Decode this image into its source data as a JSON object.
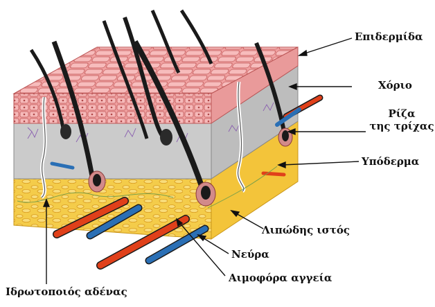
{
  "labels": {
    "epidermis": "Επιδερμίδα",
    "dermis": "Χόριο",
    "hair_root_line1": "Ρίζα",
    "hair_root_line2": "της τρίχας",
    "hypodermis": "Υπόδερμα",
    "fat_tissue": "Λιπώδης ιστός",
    "nerves": "Νεύρα",
    "blood_vessels": "Αιμοφόρα αγγεία",
    "sweat_gland": "Ιδρωτοποιός αδένας"
  },
  "colors": {
    "epidermis": "#f0a0a0",
    "epidermis_cells": "#c05858",
    "dermis": "#c9c9c9",
    "hypodermis": "#f2c63a",
    "fat_cells": "#e0a020",
    "hair": "#1a1a1a",
    "artery": "#e0401a",
    "vein": "#2a6fb5",
    "nerve": "#8a5fb0",
    "sweat_gland": "#ffffff",
    "arrow": "#111111"
  }
}
